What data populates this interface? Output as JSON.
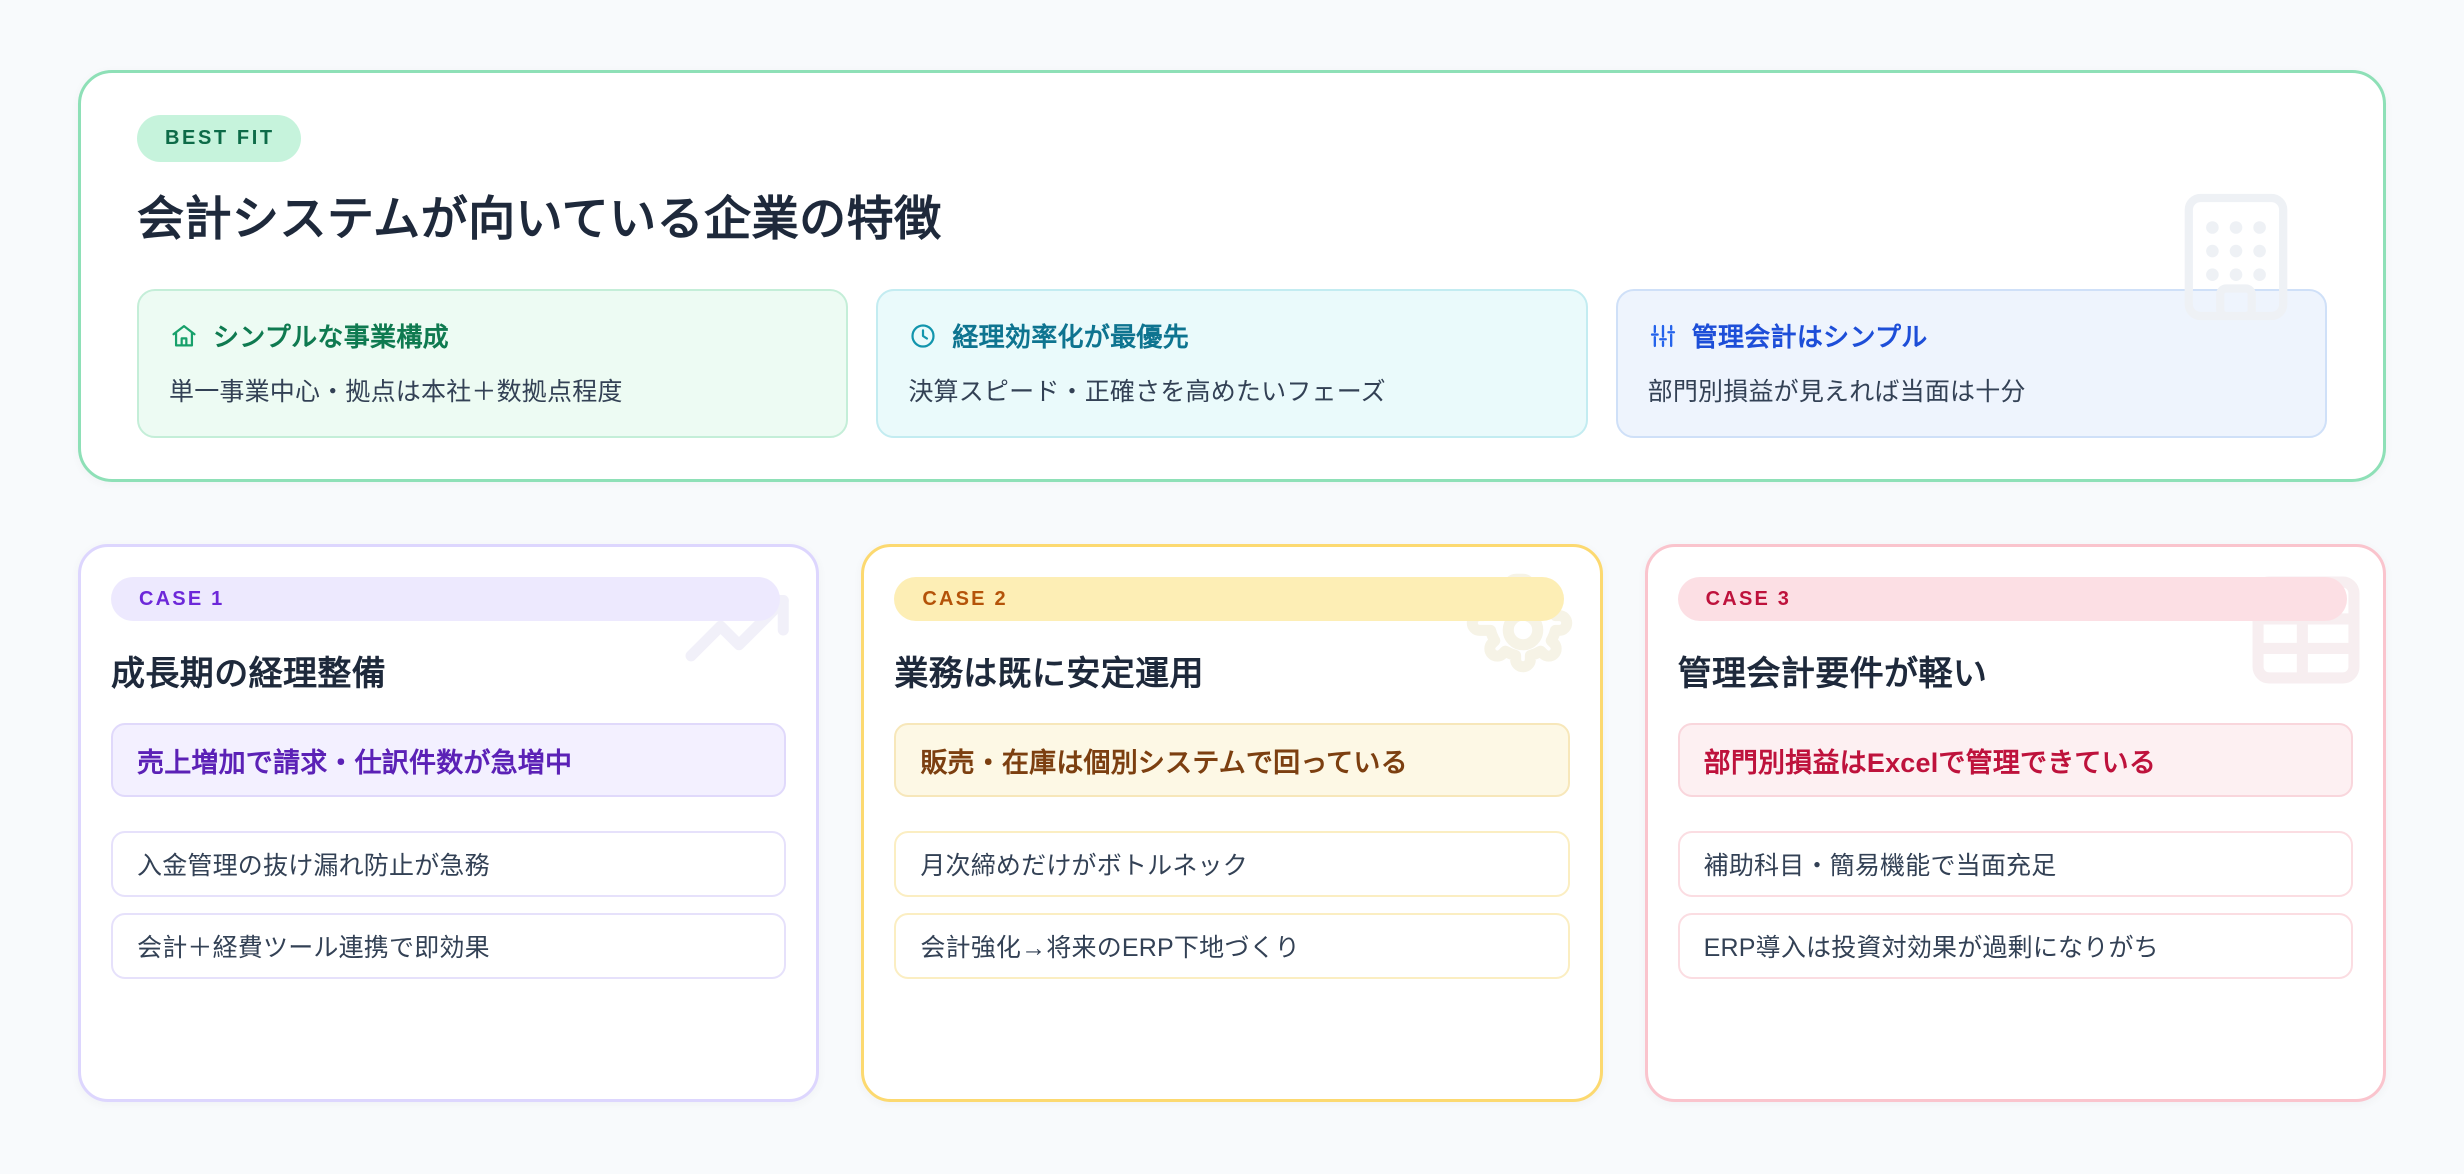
{
  "hero": {
    "badge": "BEST FIT",
    "title": "会計システムが向いている企業の特徴",
    "watermark_icon": "building-icon",
    "accent_color": "#8ee0b7",
    "features": [
      {
        "icon": "home-icon",
        "label": "シンプルな事業構成",
        "desc": "単一事業中心・拠点は本社＋数拠点程度",
        "color": "#0f7a50",
        "bg": "#edfbf3"
      },
      {
        "icon": "clock-icon",
        "label": "経理効率化が最優先",
        "desc": "決算スピード・正確さを高めたいフェーズ",
        "color": "#0e7490",
        "bg": "#eafafb"
      },
      {
        "icon": "sliders-icon",
        "label": "管理会計はシンプル",
        "desc": "部門別損益が見えれば当面は十分",
        "color": "#1d4ed8",
        "bg": "#eef4fd"
      }
    ]
  },
  "cases": [
    {
      "badge": "CASE 1",
      "title": "成長期の経理整備",
      "watermark_icon": "trending-up-icon",
      "accent_color": "#ddd6fe",
      "primary": "売上増加で請求・仕訳件数が急増中",
      "items": [
        "入金管理の抜け漏れ防止が急務",
        "会計＋経費ツール連携で即効果"
      ]
    },
    {
      "badge": "CASE 2",
      "title": "業務は既に安定運用",
      "watermark_icon": "gear-icon",
      "accent_color": "#fcd970",
      "primary": "販売・在庫は個別システムで回っている",
      "items": [
        "月次締めだけがボトルネック",
        "会計強化→将来のERP下地づくり"
      ]
    },
    {
      "badge": "CASE 3",
      "title": "管理会計要件が軽い",
      "watermark_icon": "table-grid-icon",
      "accent_color": "#fac4cd",
      "primary": "部門別損益はExcelで管理できている",
      "items": [
        "補助科目・簡易機能で当面充足",
        "ERP導入は投資対効果が過剰になりがち"
      ]
    }
  ]
}
